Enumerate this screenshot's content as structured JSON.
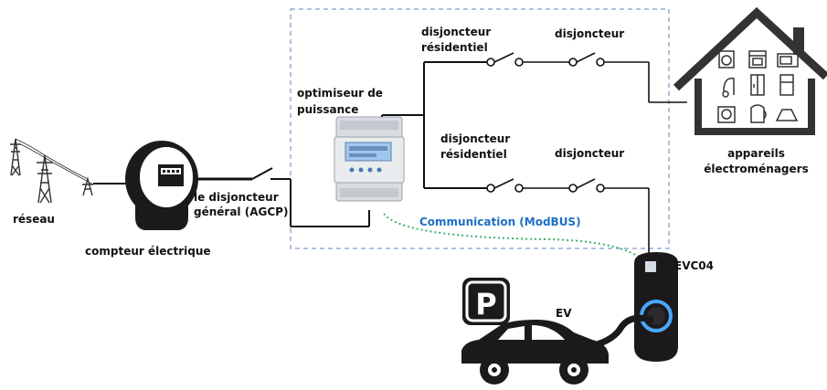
{
  "labels": {
    "grid": "réseau",
    "meter": "compteur électrique",
    "main_breaker": "le disjoncteur\ngénéral (AGCP)",
    "optimizer": "optimiseur de\npuissance",
    "res_breaker_top": "disjoncteur\nrésidentiel",
    "breaker_top": "disjoncteur",
    "res_breaker_bottom": "disjoncteur\nrésidentiel",
    "breaker_bottom": "disjoncteur",
    "appliances": "appareils\nélectroménagers",
    "communication": "Communication (ModBUS)",
    "charger": "EVC04",
    "ev": "EV",
    "parking": "P"
  },
  "colors": {
    "line": "#111111",
    "dashed_box": "#5b86b8",
    "comm_link": "#3cb46e",
    "comm_text": "#1e6fc4",
    "meter_display": "#9fc7f0",
    "charger_ring": "#4aa8ff"
  },
  "icons": [
    "power-tower-icon",
    "electric-meter-icon",
    "power-optimizer-icon",
    "house-icon",
    "washing-machine-icon",
    "oven-icon",
    "microwave-icon",
    "vacuum-icon",
    "fridge-icon",
    "refrigerator-icon",
    "heater-icon",
    "kettle-icon",
    "iron-icon",
    "ev-charger-icon",
    "parking-sign-icon",
    "car-icon"
  ]
}
